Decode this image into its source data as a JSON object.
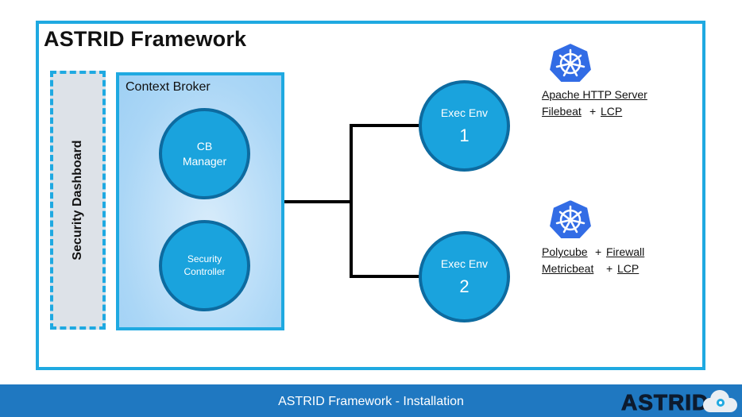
{
  "title": "ASTRID Framework",
  "security_dashboard": {
    "label": "Security Dashboard"
  },
  "context_broker": {
    "label": "Context Broker",
    "cb_manager": {
      "line1": "CB",
      "line2": "Manager"
    },
    "security_controller": {
      "line1": "Security",
      "line2": "Controller"
    }
  },
  "exec_envs": [
    {
      "label": "Exec Env",
      "number": "1"
    },
    {
      "label": "Exec Env",
      "number": "2"
    }
  ],
  "env1_services": {
    "line1": "Apache HTTP Server",
    "filebeat": "Filebeat",
    "plus": "+",
    "lcp": "LCP"
  },
  "env2_services": {
    "polycube": "Polycube",
    "plus1": "+",
    "firewall": "Firewall",
    "metricbeat": "Metricbeat",
    "plus2": "+",
    "lcp": "LCP"
  },
  "footer": {
    "text": "ASTRID Framework - Installation"
  },
  "logo": {
    "text": "ASTRID"
  },
  "colors": {
    "accent": "#1fa9e1",
    "node_fill": "#1aa3dd",
    "node_border": "#0d6ba0",
    "footer": "#1f78c1",
    "k8s": "#326ce5"
  },
  "icons": [
    "kubernetes-icon",
    "cloud-icon"
  ]
}
